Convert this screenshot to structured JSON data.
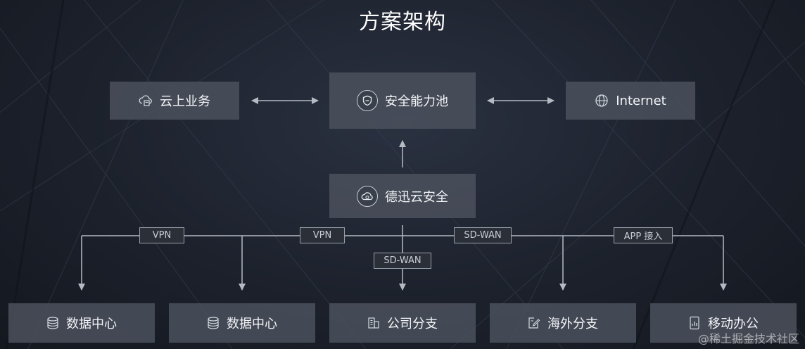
{
  "title": "方案架构",
  "nodes": {
    "cloud_business": "云上业务",
    "security_pool": "安全能力池",
    "internet": "Internet",
    "dexun_cloud": "德迅云安全",
    "datacenter_1": "数据中心",
    "datacenter_2": "数据中心",
    "company_branch": "公司分支",
    "overseas_branch": "海外分支",
    "mobile_office": "移动办公"
  },
  "edge_labels": {
    "vpn_1": "VPN",
    "vpn_2": "VPN",
    "sdwan_mid": "SD-WAN",
    "sdwan_right": "SD-WAN",
    "app_access": "APP 接入"
  },
  "watermark": "@稀土掘金技术社区"
}
